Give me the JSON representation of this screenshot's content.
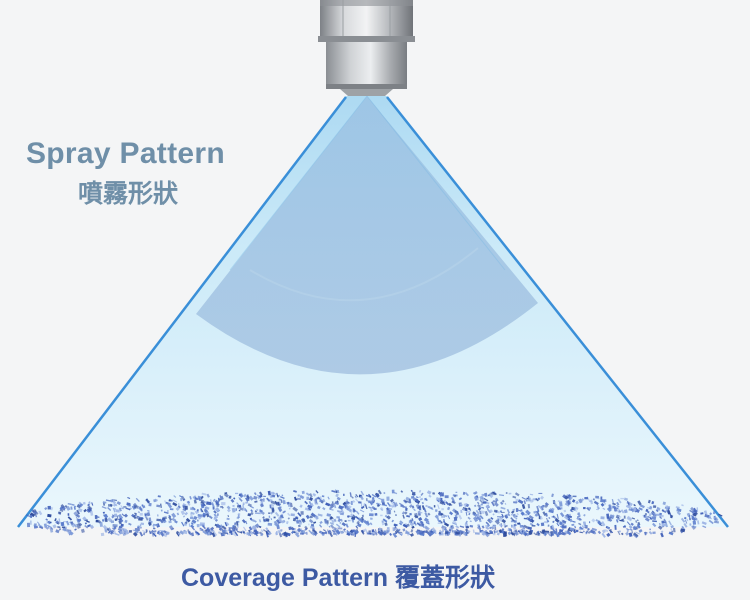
{
  "labels": {
    "spray_pattern_en": "Spray Pattern",
    "spray_pattern_zh": "噴霧形狀",
    "coverage_pattern": "Coverage Pattern 覆蓋形狀"
  },
  "colors": {
    "background": "#f4f5f6",
    "spray_label": "#6f8fa8",
    "coverage_label": "#3d5aa3",
    "cone_edge": "#3a8fd8",
    "cone_fill_light": "#d9f0fb",
    "cone_fill_dark": "#a8c8e2",
    "droplets": "#4f70c4",
    "nozzle_metal": "#b9bcc0"
  }
}
